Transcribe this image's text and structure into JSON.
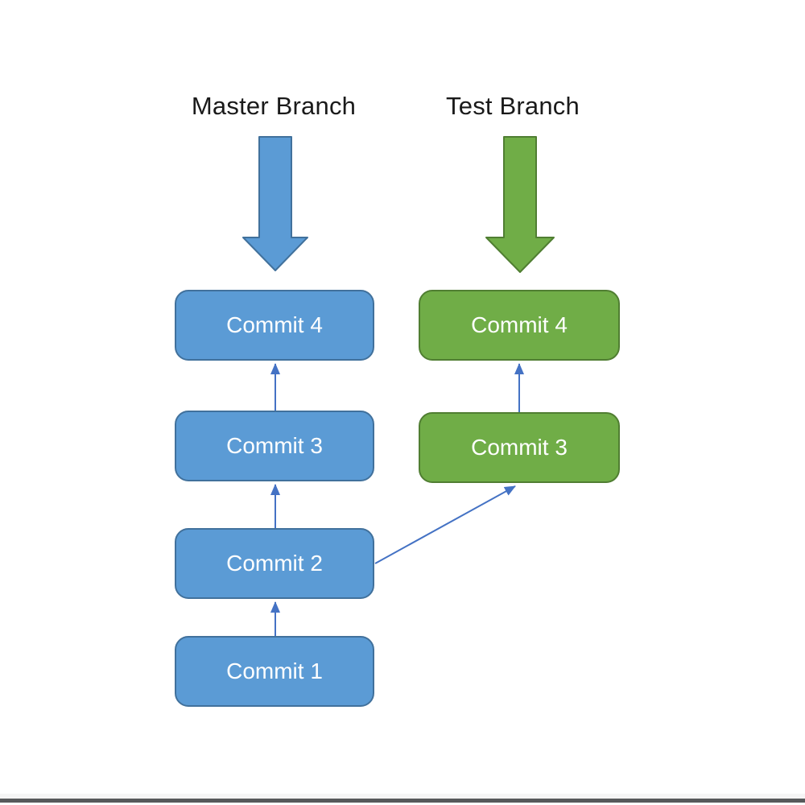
{
  "diagram": {
    "master": {
      "title": "Master Branch",
      "commits": [
        {
          "label": "Commit 4"
        },
        {
          "label": "Commit 3"
        },
        {
          "label": "Commit 2"
        },
        {
          "label": "Commit 1"
        }
      ]
    },
    "test": {
      "title": "Test Branch",
      "commits": [
        {
          "label": "Commit 4"
        },
        {
          "label": "Commit 3"
        }
      ]
    },
    "colors": {
      "master_fill": "#5b9bd5",
      "master_border": "#41719c",
      "test_fill": "#70ad47",
      "test_border": "#507e32",
      "connector": "#4472c4",
      "title_text": "#1a1a1a",
      "box_text": "#ffffff",
      "footer_bar": "#57595b"
    },
    "icons": [
      {
        "name": "master-branch-arrow-icon",
        "meaning": "down block arrow"
      },
      {
        "name": "test-branch-arrow-icon",
        "meaning": "down block arrow"
      },
      {
        "name": "commit-connector-arrow",
        "meaning": "up arrow between commits"
      }
    ]
  }
}
